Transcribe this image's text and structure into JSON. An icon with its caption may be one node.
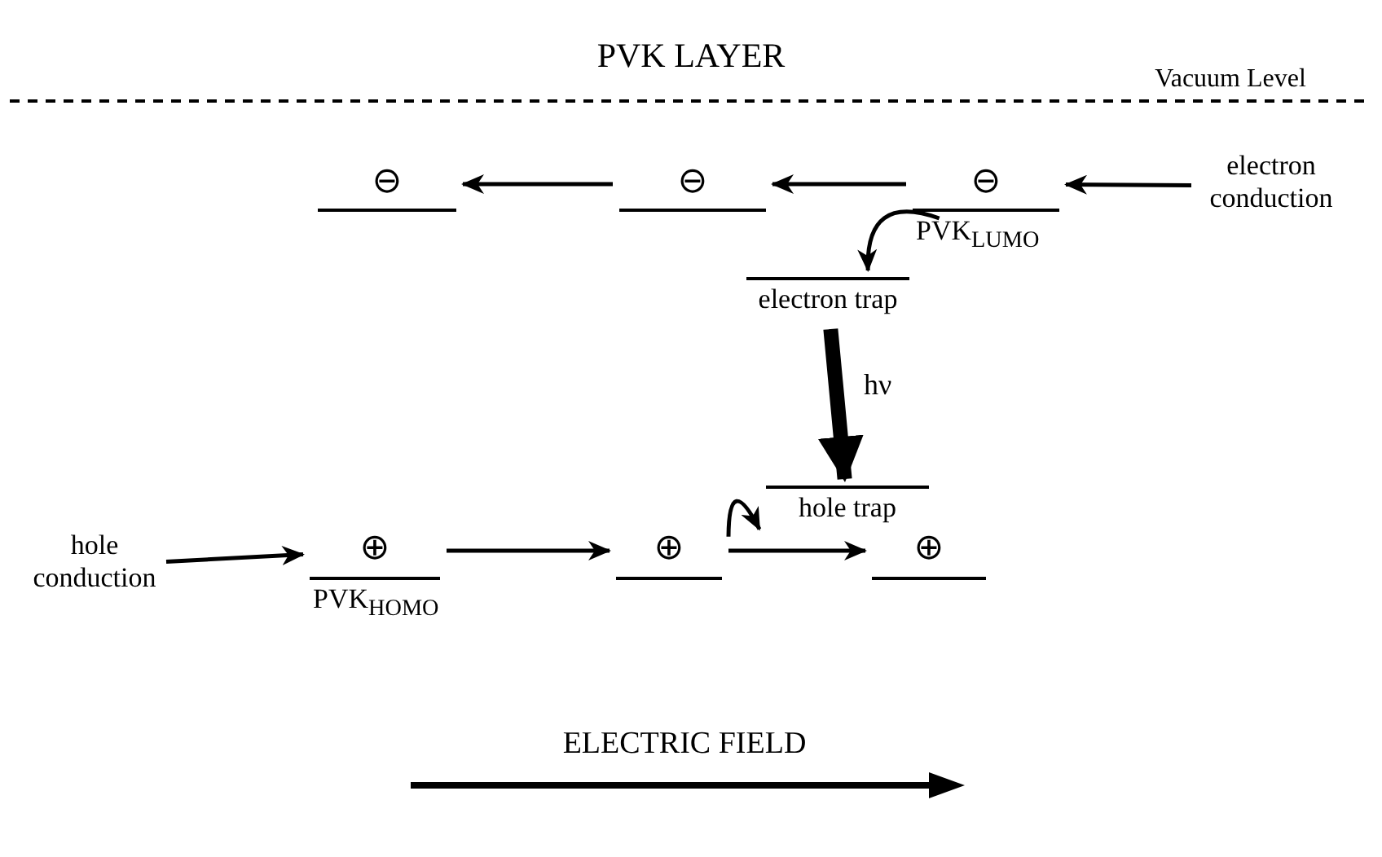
{
  "diagram": {
    "title": "PVK LAYER",
    "nodes": [
      {
        "text": [
          "electron conduction"
        ]
      },
      {
        "text": [
          "⊖"
        ],
        "beside": [
          "PVK$_{LUMO}$"
        ]
      },
      {
        "text": [
          "⊖"
        ]
      },
      {
        "text": [
          "⊖"
        ]
      },
      {
        "text": [
          "electron trap"
        ]
      },
      {
        "text": [
          "hole trap"
        ]
      },
      {
        "text": [
          "hole conduction"
        ]
      },
      {
        "text": [
          "⊕"
        ],
        "beside": [
          "PVK$_{HOMO}$"
        ]
      },
      {
        "text": [
          "⊕"
        ]
      },
      {
        "text": [
          "⊕"
        ]
      }
    ],
    "edges": [
      {
        "from": 0,
        "to": 1,
        "arrow": "to"
      },
      {
        "from": 1,
        "to": 2,
        "arrow": "to"
      },
      {
        "from": 2,
        "to": 3,
        "arrow": "to"
      },
      {
        "from": 1,
        "to": 4,
        "arrow": "to"
      },
      {
        "from": 4,
        "to": 5,
        "arrow": "to",
        "label": "hν",
        "style": "thick"
      },
      {
        "from": 6,
        "to": 7,
        "arrow": "to"
      },
      {
        "from": 7,
        "to": 8,
        "arrow": "to"
      },
      {
        "from": 8,
        "to": 5,
        "arrow": "to"
      },
      {
        "from": 8,
        "to": 9,
        "arrow": "to"
      }
    ],
    "labels": [
      "Vacuum Level",
      "ELECTRIC FIELD"
    ]
  }
}
